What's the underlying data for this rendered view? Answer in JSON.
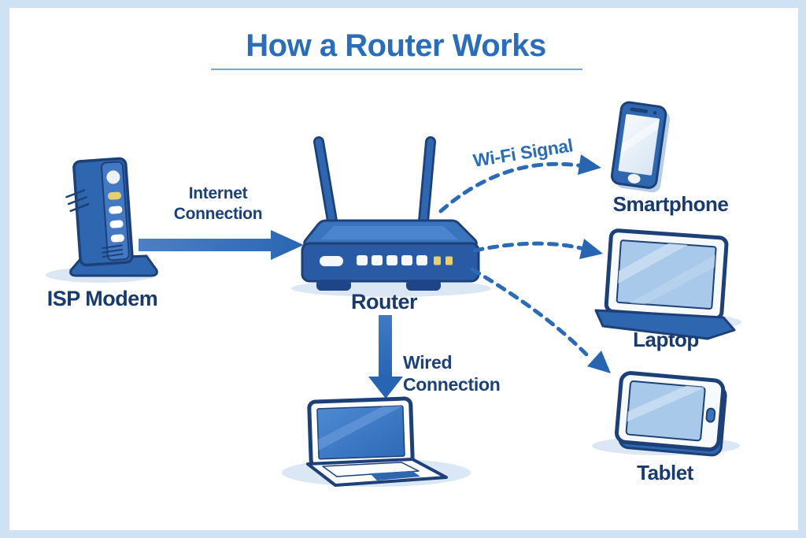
{
  "header": {
    "title": "How a Router Works"
  },
  "nodes": {
    "modem": {
      "label": "ISP Modem"
    },
    "router": {
      "label": "Router"
    },
    "smartphone": {
      "label": "Smartphone"
    },
    "laptop": {
      "label": "Laptop"
    },
    "tablet": {
      "label": "Tablet"
    }
  },
  "connections": {
    "internet": {
      "label": "Internet Connection",
      "style": "solid-arrow",
      "from": "ISP Modem",
      "to": "Router"
    },
    "wifi_smartphone": {
      "label": "Wi-Fi Signal",
      "style": "dashed-arrow",
      "from": "Router",
      "to": "Smartphone"
    },
    "wifi_laptop": {
      "style": "dashed-arrow",
      "from": "Router",
      "to": "Laptop"
    },
    "wifi_tablet": {
      "style": "dashed-arrow",
      "from": "Router",
      "to": "Tablet"
    },
    "wired": {
      "label": "Wired Connection",
      "style": "solid-arrow",
      "from": "Router",
      "to": "Wired Laptop"
    }
  },
  "colors": {
    "accent_blue": "#2a6db9",
    "label_navy": "#183a6c",
    "device_blue": "#2f66b0",
    "device_outline": "#1d4076",
    "dash_blue": "#2b6ab6",
    "screen_pale": "#a9c9ea",
    "screen_medium": "#3c77c4",
    "indicator_yellow": "#e8cf6f",
    "background_border": "#cfe2f3",
    "panel": "#ffffff",
    "shadow_blue": "#dbe7f4"
  }
}
